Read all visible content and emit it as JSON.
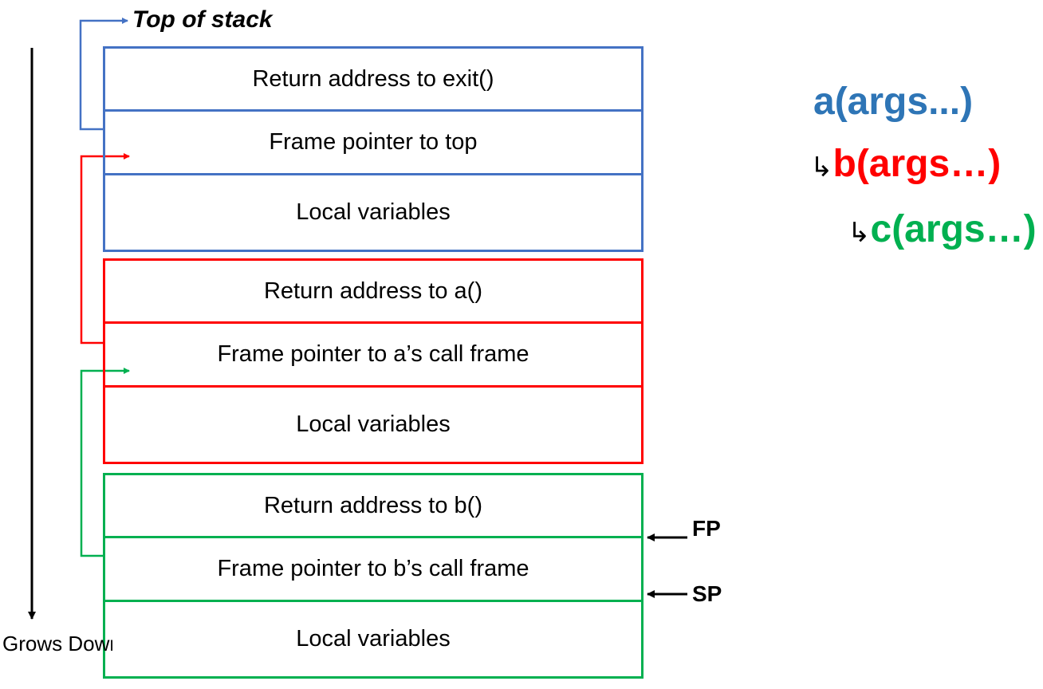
{
  "top_label": "Top of stack",
  "grows_label": "Grows Downward",
  "frames": {
    "a": {
      "color": "#4472C4",
      "rows": [
        "Return address to exit()",
        "Frame pointer to top",
        "Local variables"
      ]
    },
    "b": {
      "color": "#FF0000",
      "rows": [
        "Return address to a()",
        "Frame pointer to a’s call frame",
        "Local variables"
      ]
    },
    "c": {
      "color": "#00B050",
      "rows": [
        "Return address to b()",
        "Frame pointer to b’s call frame",
        "Local variables"
      ]
    }
  },
  "pointers": {
    "fp": "FP",
    "sp": "SP"
  },
  "calls": {
    "a": {
      "text": "a(args...)",
      "color": "#2E75B6"
    },
    "b": {
      "hook": "↳",
      "text": "b(args…)",
      "color": "#FF0000"
    },
    "c": {
      "hook": "↳",
      "text": "c(args…)",
      "color": "#00B050"
    }
  },
  "icons": {
    "grows_arrow": "down-arrow-icon",
    "hook": "hook-arrow-icon"
  }
}
